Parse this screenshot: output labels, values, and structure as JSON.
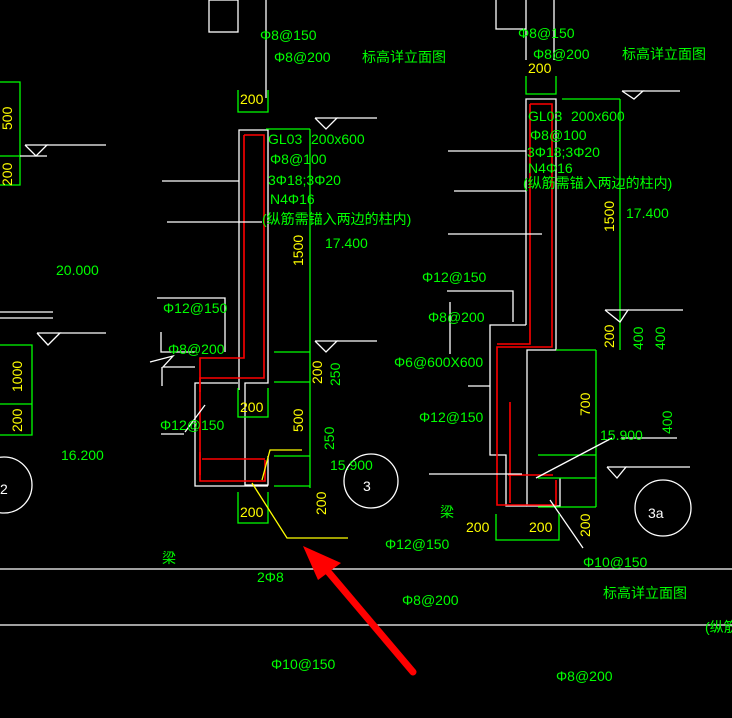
{
  "colors": {
    "background": "#000000",
    "text": "#00ff00",
    "dimension": "#ffff00",
    "outline": "#ffffff",
    "rebar": "#ff0000",
    "annotation_arrow": "#ff0000"
  },
  "left_detail": {
    "top_rebar_1": "Φ8@150",
    "top_rebar_2": "Φ8@200",
    "elevation_note": "标高详立面图",
    "width_dim": "200",
    "beam_id": "GL03",
    "beam_size": "200x600",
    "stirrup": "Φ8@100",
    "main_bars": "3Φ18;3Φ20",
    "side_bars": "N4Φ16",
    "anchor_note": "(纵筋需锚入两边的柱内)",
    "height_dim": "1500",
    "elevation_top": "17.400",
    "rebar_a": "Φ12@150",
    "rebar_b": "Φ8@200",
    "rebar_c": "Φ12@150",
    "dim_a": "200",
    "dim_b": "200",
    "dim_c": "500",
    "dim_d": "200",
    "dim_e": "250",
    "dim_f": "250",
    "dim_g": "200",
    "elevation_bottom": "15.900",
    "section_mark": "3"
  },
  "far_left": {
    "dim_1": "500",
    "dim_2": "200",
    "elevation_1": "20.000",
    "dim_3": "1000",
    "dim_4": "200",
    "elevation_2": "16.200",
    "section_mark": "2"
  },
  "right_detail": {
    "top_rebar_1": "Φ8@150",
    "top_rebar_2": "Φ8@200",
    "elevation_note": "标高详立面图",
    "width_dim": "200",
    "beam_id": "GL03",
    "beam_size": "200x600",
    "stirrup": "Φ8@100",
    "main_bars": "3Φ18;3Φ20",
    "side_bars": "N4Φ16",
    "anchor_note": "(纵筋需锚入两边的柱内)",
    "height_dim": "1500",
    "elevation_top": "17.400",
    "rebar_a": "Φ12@150",
    "rebar_b": "Φ8@200",
    "mesh": "Φ6@600X600",
    "rebar_c": "Φ12@150",
    "dim_a": "200",
    "dim_b": "400",
    "dim_c": "400",
    "dim_d": "700",
    "elevation_bottom": "15.900",
    "dim_e": "400",
    "dim_f": "200",
    "dim_g": "200",
    "dim_h": "200",
    "rebar_d": "Φ10@150",
    "section_mark": "3a",
    "beam_label": "梁"
  },
  "bottom": {
    "rebar_1": "Φ12@150",
    "beam_label": "梁",
    "rebar_2": "2Φ8",
    "rebar_3": "Φ8@200",
    "elevation_note": "标高详立面图",
    "anchor_note_partial": "(纵筋",
    "rebar_4": "Φ10@150",
    "rebar_5": "Φ8@200"
  }
}
